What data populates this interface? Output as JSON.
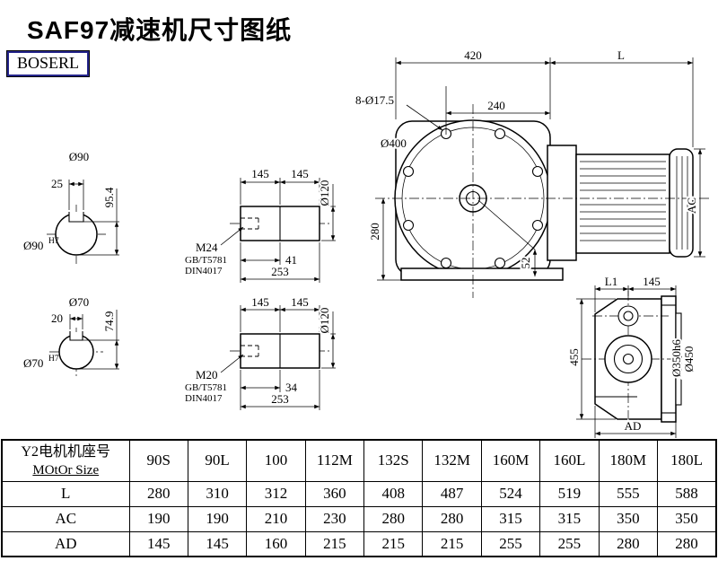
{
  "page": {
    "title": "SAF97减速机尺寸图纸",
    "brand": "BOSERL"
  },
  "shaft_sections": {
    "s1": {
      "dia_label": "Ø90",
      "key_width": "25",
      "height": "95.4",
      "bore": "Ø90",
      "bore_tol": "H7"
    },
    "s2": {
      "dia_label": "Ø70",
      "key_width": "20",
      "height": "74.9",
      "bore": "Ø70",
      "bore_tol": "H7"
    }
  },
  "shaft_views": {
    "v1": {
      "len1": "145",
      "len2": "145",
      "dia": "Ø120",
      "thread": "M24",
      "std1": "GB/T5781",
      "std2": "DIN4017",
      "thread_depth": "41",
      "total_len": "253"
    },
    "v2": {
      "len1": "145",
      "len2": "145",
      "dia": "Ø120",
      "thread": "M20",
      "std1": "GB/T5781",
      "std2": "DIN4017",
      "thread_depth": "34",
      "total_len": "253"
    }
  },
  "front_view": {
    "top_width": "420",
    "motor_len": "L",
    "bolt_holes": "8-Ø17.5",
    "pitch": "240",
    "flange_dia": "Ø400",
    "center_height": "280",
    "foot": "52",
    "motor_dia": "AC",
    "l1": "L1",
    "d145": "145"
  },
  "side_view": {
    "height": "455",
    "spigot_dia": "Ø350h6",
    "flange_dia": "Ø450",
    "width": "AD"
  },
  "table": {
    "header_cn": "Y2电机机座号",
    "header_en": "MOtOr Size",
    "columns": [
      "90S",
      "90L",
      "100",
      "112M",
      "132S",
      "132M",
      "160M",
      "160L",
      "180M",
      "180L"
    ],
    "rows": [
      {
        "label": "L",
        "values": [
          "280",
          "310",
          "312",
          "360",
          "408",
          "487",
          "524",
          "519",
          "555",
          "588"
        ]
      },
      {
        "label": "AC",
        "values": [
          "190",
          "190",
          "210",
          "230",
          "280",
          "280",
          "315",
          "315",
          "350",
          "350"
        ]
      },
      {
        "label": "AD",
        "values": [
          "145",
          "145",
          "160",
          "215",
          "215",
          "215",
          "255",
          "255",
          "280",
          "280"
        ]
      }
    ]
  }
}
